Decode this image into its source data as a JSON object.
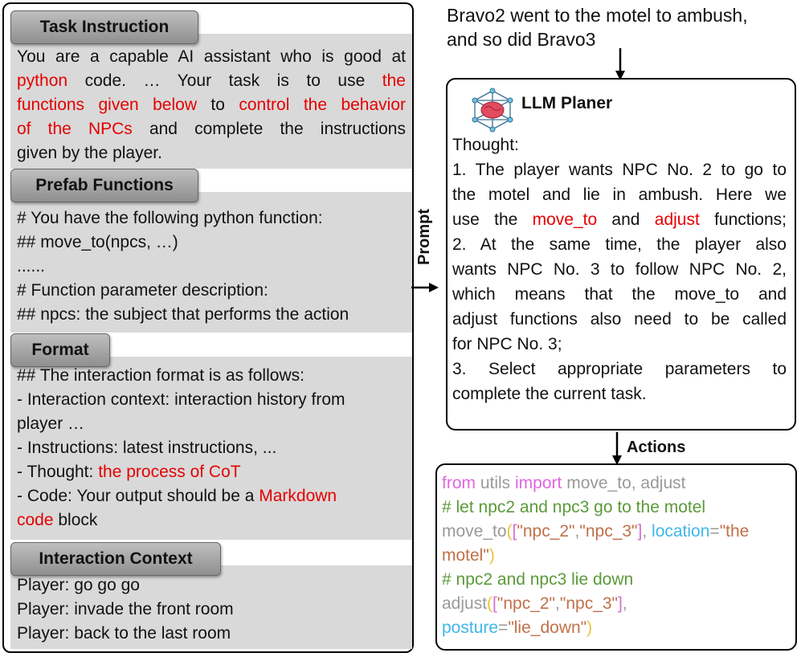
{
  "left_panel": {
    "task_instruction": {
      "title": "Task Instruction",
      "lines": [
        [
          {
            "t": "You are a capable AI assistant who is good at",
            "c": "n"
          }
        ],
        [
          {
            "t": "python",
            "c": "r"
          },
          {
            "t": " code. … Your task is to use ",
            "c": "n"
          },
          {
            "t": "the",
            "c": "r"
          }
        ],
        [
          {
            "t": "functions given below",
            "c": "r"
          },
          {
            "t": " to ",
            "c": "n"
          },
          {
            "t": "control the behavior",
            "c": "r"
          }
        ],
        [
          {
            "t": "of the NPCs",
            "c": "r"
          },
          {
            "t": " and complete the instructions",
            "c": "n"
          }
        ],
        [
          {
            "t": "given by the player.",
            "c": "n"
          }
        ]
      ]
    },
    "prefab_functions": {
      "title": "Prefab Functions",
      "lines": [
        "# You have the following python function:",
        "## move_to(npcs, …)",
        "......",
        "# Function parameter description:",
        "## npcs: the subject that performs the action"
      ]
    },
    "format": {
      "title": "Format",
      "lines": [
        [
          {
            "t": "## The interaction format is as follows:",
            "c": "n"
          }
        ],
        [
          {
            "t": "- Interaction context: interaction history from",
            "c": "n"
          }
        ],
        [
          {
            "t": "player …",
            "c": "n"
          }
        ],
        [
          {
            "t": "- Instructions: latest instructions, ...",
            "c": "n"
          }
        ],
        [
          {
            "t": "- Thought: ",
            "c": "n"
          },
          {
            "t": "the process of CoT",
            "c": "r"
          }
        ],
        [
          {
            "t": "- Code: Your output should be a ",
            "c": "n"
          },
          {
            "t": "Markdown",
            "c": "r"
          }
        ],
        [
          {
            "t": "code",
            "c": "r"
          },
          {
            "t": " block",
            "c": "n"
          }
        ]
      ]
    },
    "interaction_context": {
      "title": "Interaction Context",
      "lines": [
        "Player: go go go",
        "Player: invade the front room",
        "Player: back to the last room"
      ]
    }
  },
  "prompt_label": "Prompt",
  "query": {
    "line1": "Bravo2 went to the motel to ambush,",
    "line2": "and so did Bravo3"
  },
  "planner": {
    "title": "LLM Planer",
    "lines": [
      [
        {
          "t": "Thought:",
          "c": "n"
        }
      ],
      [
        {
          "t": "1. The player wants NPC No. 2 to go to",
          "c": "n"
        }
      ],
      [
        {
          "t": "the motel and lie in ambush. Here we",
          "c": "n"
        }
      ],
      [
        {
          "t": "use the ",
          "c": "n"
        },
        {
          "t": "move_to",
          "c": "r"
        },
        {
          "t": " and ",
          "c": "n"
        },
        {
          "t": "adjust",
          "c": "r"
        },
        {
          "t": " functions;",
          "c": "n"
        }
      ],
      [
        {
          "t": "2. At the same time, the player also",
          "c": "n"
        }
      ],
      [
        {
          "t": "wants NPC No. 3 to follow NPC No. 2,",
          "c": "n"
        }
      ],
      [
        {
          "t": "which means that the move_to and",
          "c": "n"
        }
      ],
      [
        {
          "t": "adjust functions also need to be called",
          "c": "n"
        }
      ],
      [
        {
          "t": "for NPC No. 3;",
          "c": "n"
        }
      ],
      [
        {
          "t": "3. Select appropriate parameters to",
          "c": "n"
        }
      ],
      [
        {
          "t": "complete the current task.",
          "c": "n"
        }
      ]
    ]
  },
  "actions_label": "Actions",
  "code": {
    "lines": [
      [
        {
          "t": "from",
          "c": "kw"
        },
        {
          "t": " utils ",
          "c": "plain"
        },
        {
          "t": "import",
          "c": "kw"
        },
        {
          "t": " move_to, adjust",
          "c": "plain"
        }
      ],
      [
        {
          "t": "# let npc2 and npc3 go to the motel",
          "c": "comment"
        }
      ],
      [
        {
          "t": "move_to",
          "c": "plain"
        },
        {
          "t": "(",
          "c": "paren"
        },
        {
          "t": "[",
          "c": "bracket"
        },
        {
          "t": "\"npc_2\"",
          "c": "str"
        },
        {
          "t": ",",
          "c": "plain"
        },
        {
          "t": "\"npc_3\"",
          "c": "str"
        },
        {
          "t": "]",
          "c": "bracket"
        },
        {
          "t": ", ",
          "c": "plain"
        },
        {
          "t": "location",
          "c": "param"
        },
        {
          "t": "=",
          "c": "plain"
        },
        {
          "t": "\"the",
          "c": "str"
        }
      ],
      [
        {
          "t": "motel\"",
          "c": "str"
        },
        {
          "t": ")",
          "c": "paren"
        }
      ],
      [
        {
          "t": "# npc2 and npc3 lie down",
          "c": "comment"
        }
      ],
      [
        {
          "t": "adjust",
          "c": "plain"
        },
        {
          "t": "(",
          "c": "paren"
        },
        {
          "t": "[",
          "c": "bracket"
        },
        {
          "t": "\"npc_2\"",
          "c": "str"
        },
        {
          "t": ",",
          "c": "plain"
        },
        {
          "t": "\"npc_3\"",
          "c": "str"
        },
        {
          "t": "]",
          "c": "bracket"
        },
        {
          "t": ",",
          "c": "plain"
        }
      ],
      [
        {
          "t": "posture",
          "c": "param"
        },
        {
          "t": "=",
          "c": "plain"
        },
        {
          "t": "\"lie_down\"",
          "c": "str"
        },
        {
          "t": ")",
          "c": "paren"
        }
      ]
    ]
  }
}
